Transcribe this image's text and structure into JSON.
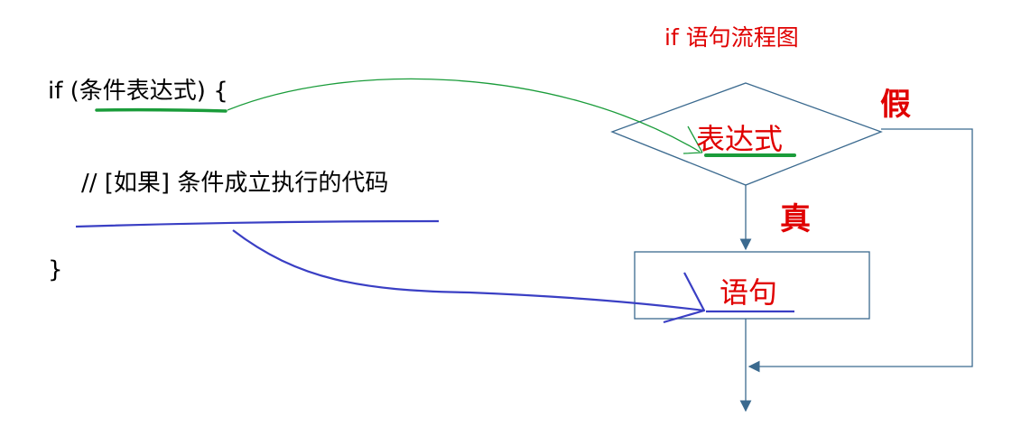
{
  "title": "if 语句流程图",
  "code": {
    "line1": "if  (条件表达式) {",
    "line2": "// [如果] 条件成立执行的代码",
    "line3": "}"
  },
  "flowchart": {
    "condition": "表达式",
    "statement": "语句",
    "true_label": "真",
    "false_label": "假"
  },
  "colors": {
    "title": "#e00000",
    "label_red": "#e00000",
    "flow_lines": "#3b6a8f",
    "green_annotation": "#1a9c3a",
    "blue_annotation": "#3a3fc4"
  }
}
